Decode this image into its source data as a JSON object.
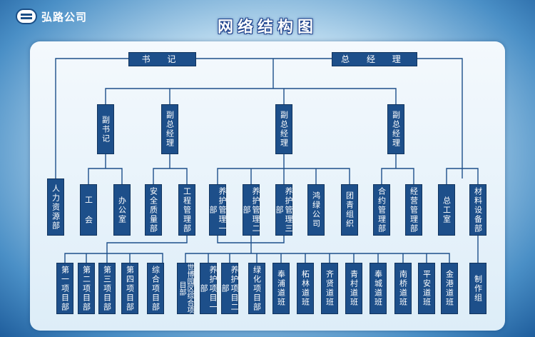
{
  "header": {
    "company": "弘路公司",
    "title": "网络结构图"
  },
  "top": {
    "secretary": "书 记",
    "manager": "总 经 理"
  },
  "level2": [
    "副书记",
    "副总经理",
    "副总经理",
    "副总经理"
  ],
  "level3": [
    "人力资源部",
    "工 会",
    "办公室",
    "安全质量部",
    "工程管理部",
    "养护管理一部",
    "养护管理二部",
    "养护管理三部",
    "鸿绿公司",
    "团青组织",
    "合约管理部",
    "经营管理部",
    "总工室",
    "材料设备部"
  ],
  "level4": [
    "第一项目部",
    "第二项目部",
    "第三项目部",
    "第四项目部",
    "综合项目部",
    "世博园区综合项目部",
    "养护项目一部",
    "养护项目二部",
    "绿化项目部",
    "奉浦道班",
    "柘林道班",
    "齐贤道班",
    "青村道班",
    "奉城道班",
    "南桥道班",
    "平安道班",
    "金港道班",
    "制作组"
  ]
}
